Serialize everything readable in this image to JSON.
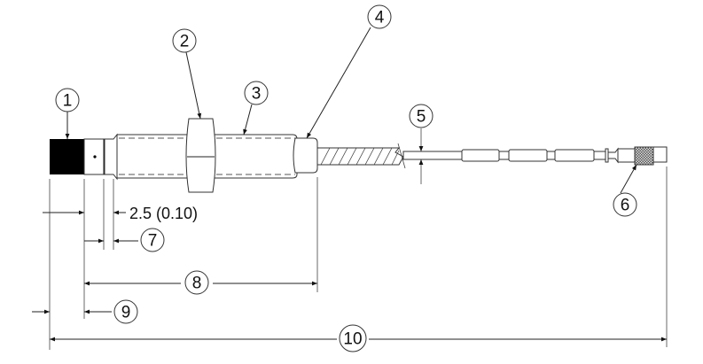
{
  "balloons": [
    "1",
    "2",
    "3",
    "4",
    "5",
    "6",
    "7",
    "8",
    "9",
    "10"
  ],
  "dimension_label": "2.5 (0.10)"
}
